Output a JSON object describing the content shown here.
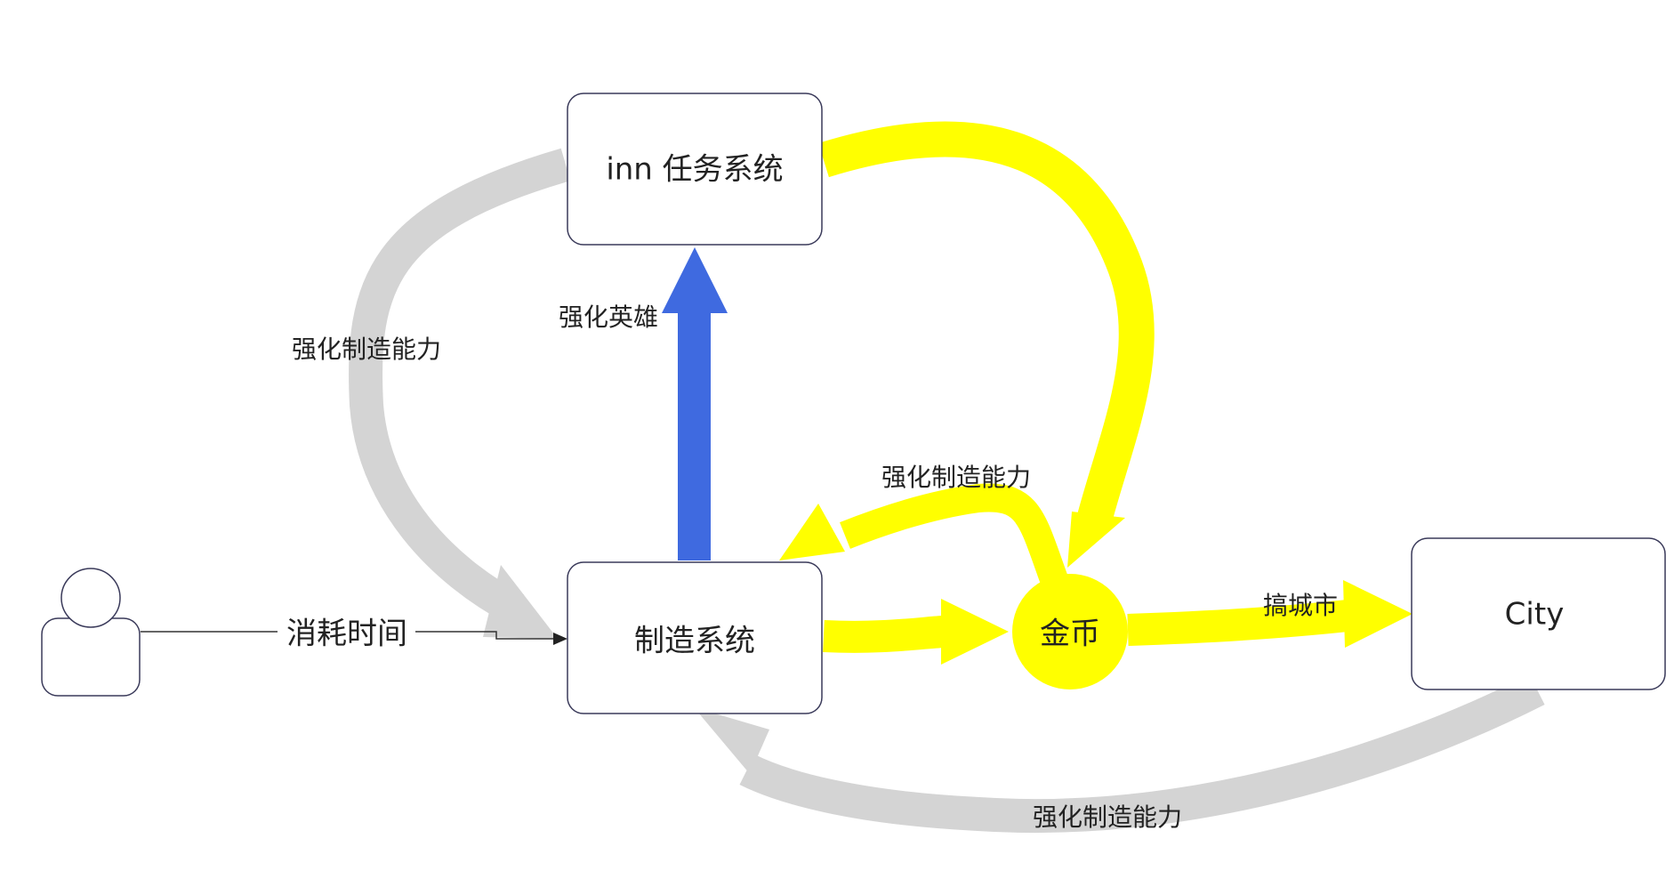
{
  "diagram": {
    "nodes": {
      "inn": {
        "label": "inn 任务系统"
      },
      "manufacture": {
        "label": "制造系统"
      },
      "gold": {
        "label": "金币"
      },
      "city": {
        "label": "City"
      },
      "user": {
        "label": ""
      }
    },
    "edges": {
      "user_to_manufacture": {
        "label": "消耗时间"
      },
      "manufacture_to_inn": {
        "label": "强化英雄"
      },
      "inn_to_manufacture": {
        "label": "强化制造能力"
      },
      "gold_to_manufacture": {
        "label": "强化制造能力"
      },
      "gold_to_city": {
        "label": "搞城市"
      },
      "city_to_manufacture": {
        "label": "强化制造能力"
      },
      "inn_to_gold": {
        "label": ""
      },
      "manufacture_to_gold": {
        "label": ""
      }
    }
  },
  "colors": {
    "yellow": "#ffff00",
    "blue": "#3f6ae0",
    "gray": "#d4d4d4",
    "node_border": "#3a3a5a",
    "text": "#222222"
  }
}
